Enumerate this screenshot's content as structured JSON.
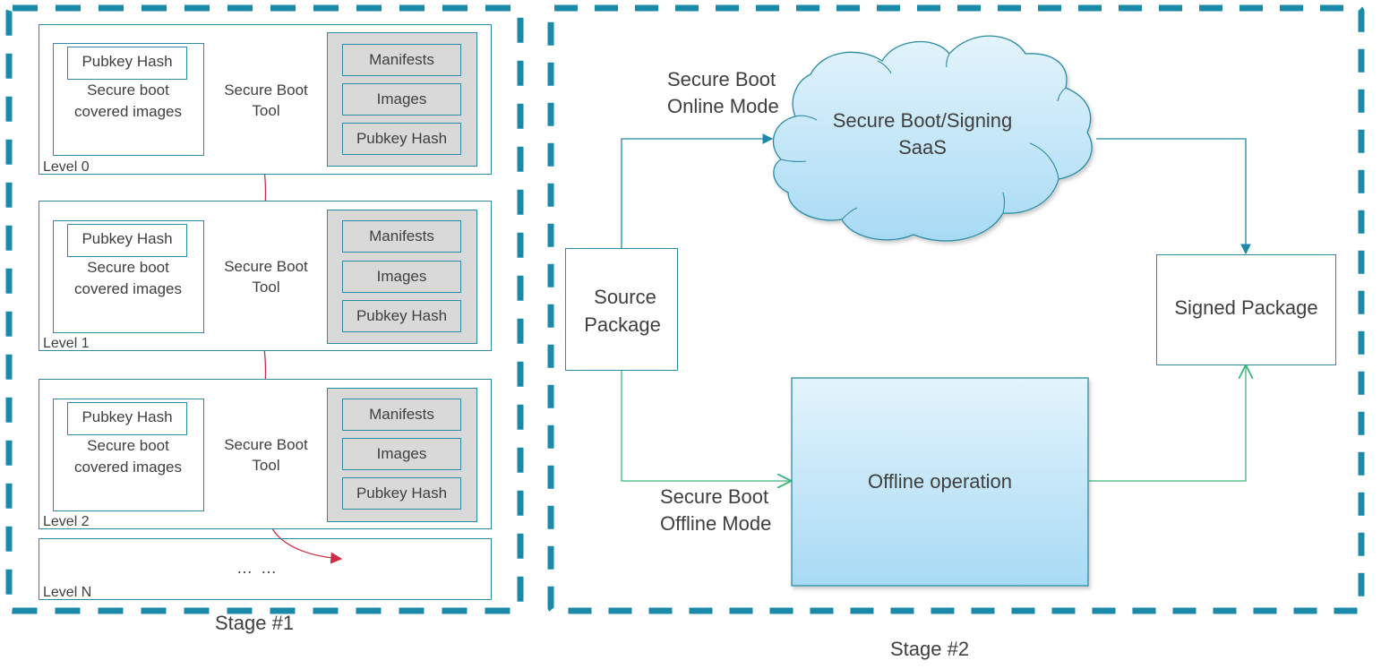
{
  "colors": {
    "frame": "#1a8aa8",
    "box_border": "#2b8ca3",
    "red_arrow": "#cc2e45",
    "green_arrow": "#3cb87e",
    "gray_fill": "#d9d9d9",
    "cloud_top": "#e3f4fc",
    "cloud_bottom": "#a8daf5",
    "text": "#3f3f3f"
  },
  "stage1": {
    "label": "Stage #1",
    "levels": [
      {
        "label": "Level 0",
        "source": {
          "hash": "Pubkey Hash",
          "caption_line1": "Secure boot",
          "caption_line2": "covered images"
        },
        "tool": {
          "line1": "Secure Boot",
          "line2": "Tool"
        },
        "output": [
          "Manifests",
          "Images",
          "Pubkey Hash"
        ]
      },
      {
        "label": "Level 1",
        "source": {
          "hash": "Pubkey Hash",
          "caption_line1": "Secure boot",
          "caption_line2": "covered images"
        },
        "tool": {
          "line1": "Secure Boot",
          "line2": "Tool"
        },
        "output": [
          "Manifests",
          "Images",
          "Pubkey Hash"
        ]
      },
      {
        "label": "Level 2",
        "source": {
          "hash": "Pubkey Hash",
          "caption_line1": "Secure boot",
          "caption_line2": "covered images"
        },
        "tool": {
          "line1": "Secure Boot",
          "line2": "Tool"
        },
        "output": [
          "Manifests",
          "Images",
          "Pubkey Hash"
        ]
      }
    ],
    "level_n": {
      "label": "Level N",
      "ellipsis": "… …"
    }
  },
  "stage2": {
    "label": "Stage #2",
    "source_package": {
      "line1": "Source",
      "line2": "Package"
    },
    "online_mode": {
      "line1": "Secure Boot",
      "line2": "Online Mode"
    },
    "cloud": {
      "line1": "Secure Boot/Signing",
      "line2": "SaaS"
    },
    "offline_mode": {
      "line1": "Secure Boot",
      "line2": "Offline Mode"
    },
    "offline_operation": "Offline operation",
    "signed_package": "Signed Package"
  }
}
